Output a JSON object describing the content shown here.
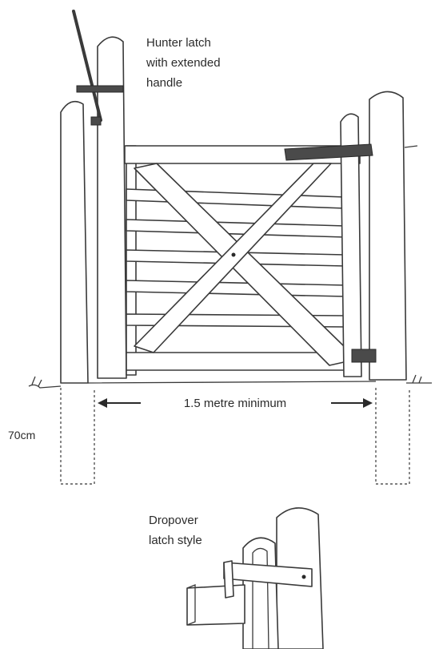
{
  "labels": {
    "hunter_line1": "Hunter latch",
    "hunter_line2": "with extended",
    "hunter_line3": "handle",
    "width": "1.5 metre minimum",
    "depth": "70cm",
    "dropover_line1": "Dropover",
    "dropover_line2": "latch style"
  },
  "colors": {
    "line": "#3a3a3a",
    "metal": "#4a4a4a",
    "background": "#ffffff"
  }
}
